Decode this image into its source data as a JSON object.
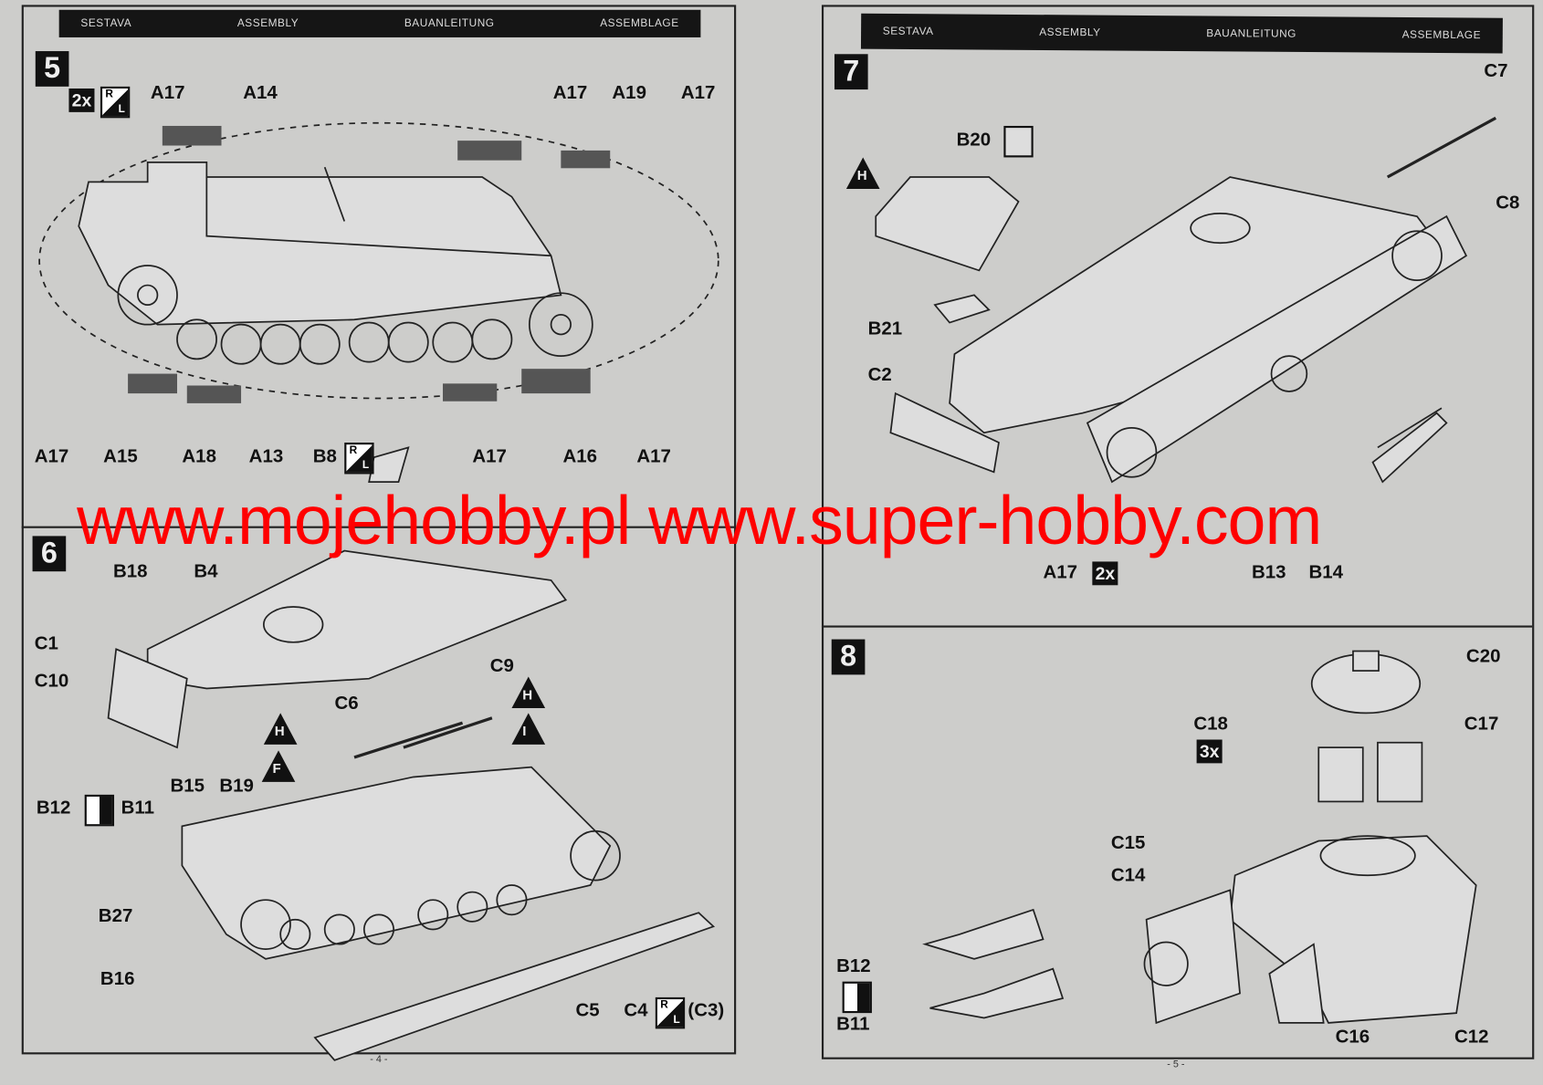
{
  "header_labels": [
    "SESTAVA",
    "ASSEMBLY",
    "BAUANLEITUNG",
    "ASSEMBLAGE"
  ],
  "steps": {
    "s5": {
      "number": "5",
      "qty": "2x",
      "rl": [
        "R",
        "L"
      ],
      "labels": [
        "A17",
        "A14",
        "A17",
        "A19",
        "A17",
        "A17",
        "A15",
        "A18",
        "A13",
        "B8",
        "A17",
        "A16",
        "A17"
      ]
    },
    "s6": {
      "number": "6",
      "labels": [
        "B18",
        "B4",
        "C1",
        "C10",
        "C6",
        "C9",
        "B15",
        "B19",
        "B12",
        "B11",
        "B27",
        "B16",
        "C5",
        "C4",
        "(C3)"
      ],
      "markers": [
        "H",
        "H",
        "I",
        "F"
      ]
    },
    "s7": {
      "number": "7",
      "labels": [
        "C7",
        "B20",
        "C8",
        "B21",
        "C2",
        "A17",
        "B13",
        "B14"
      ],
      "qty": "2x",
      "markers": [
        "H"
      ]
    },
    "s8": {
      "number": "8",
      "labels": [
        "C20",
        "C18",
        "C17",
        "C15",
        "C14",
        "B12",
        "B11",
        "C16",
        "C12"
      ],
      "qty": "3x"
    }
  },
  "page_numbers": [
    "- 4 -",
    "- 5 -"
  ],
  "watermark": "www.mojehobby.pl www.super-hobby.com"
}
